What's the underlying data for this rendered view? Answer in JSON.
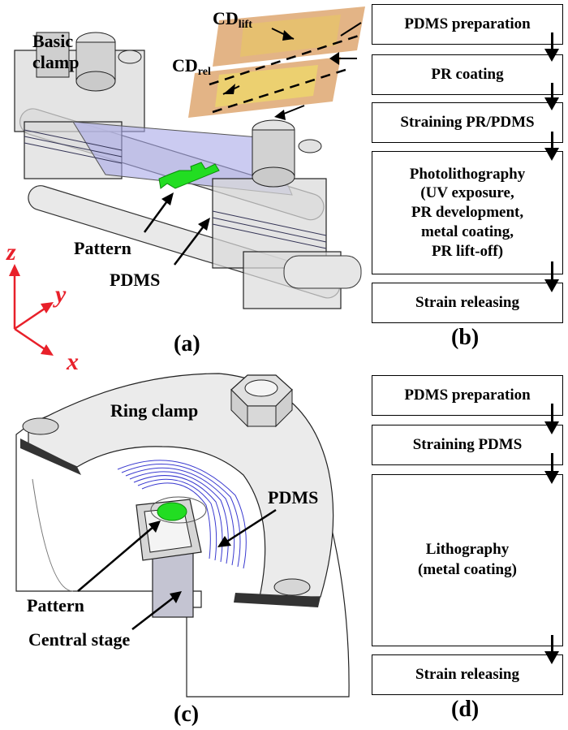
{
  "panel_a": {
    "basic_clamp": [
      "Basic",
      "clamp"
    ],
    "cd_lift": {
      "main": "CD",
      "sub": "lift"
    },
    "cd_rel": {
      "main": "CD",
      "sub": "rel"
    },
    "pattern": "Pattern",
    "pdms": "PDMS",
    "axis_z": "z",
    "axis_y": "y",
    "axis_x": "x",
    "caption": "(a)"
  },
  "panel_b": {
    "steps": [
      "PDMS preparation",
      "PR coating",
      "Straining PR/PDMS"
    ],
    "photo_lines": [
      "Photolithography",
      "(UV exposure,",
      "PR development,",
      "metal coating,",
      "PR lift-off)"
    ],
    "last_step": "Strain releasing",
    "caption": "(b)"
  },
  "panel_c": {
    "ring_clamp": "Ring clamp",
    "pdms": "PDMS",
    "pattern": "Pattern",
    "central_stage": "Central stage",
    "caption": "(c)"
  },
  "panel_d": {
    "steps": [
      "PDMS preparation",
      "Straining PDMS"
    ],
    "litho_lines": [
      "Lithography",
      "(metal coating)"
    ],
    "last_step": "Strain releasing",
    "caption": "(d)"
  },
  "colors": {
    "green": "#22dd22",
    "pdms_blue": "#a8a8e8",
    "red": "#e8202a"
  }
}
